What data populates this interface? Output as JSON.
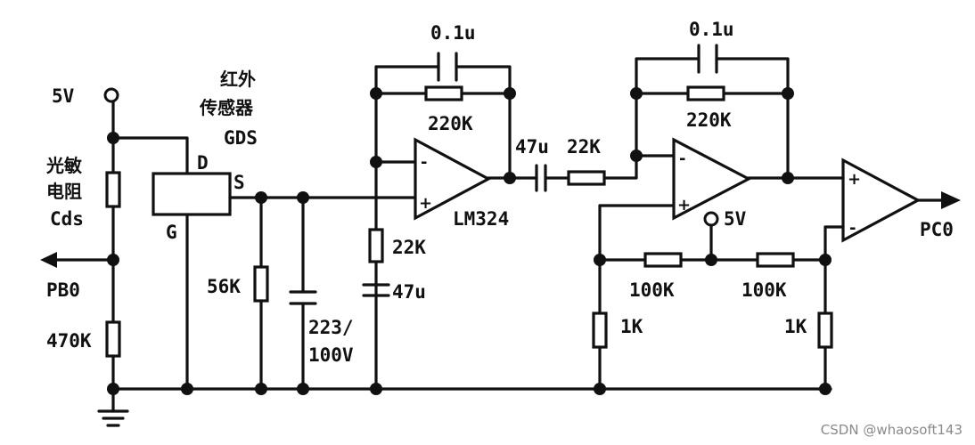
{
  "labels": {
    "supply_left": "5V",
    "sensor_title_line1": "红外",
    "sensor_title_line2": "传感器",
    "sensor_title_line3": "GDS",
    "photo_title_line1": "光敏",
    "photo_title_line2": "电阻",
    "photo_title_line3": "Cds",
    "pin_d": "D",
    "pin_s": "S",
    "pin_g": "G",
    "output_pb0": "PB0",
    "r_470k": "470K",
    "r_56k": "56K",
    "cap_223_line1": "223/",
    "cap_223_line2": "100V",
    "fb_cap_1": "0.1u",
    "fb_res_1": "220K",
    "opamp_name": "LM324",
    "r_22k_bottom": "22K",
    "cap_47u_bottom": "47u",
    "cap_47u_coupling": "47u",
    "r_22k_coupling": "22K",
    "fb_cap_2": "0.1u",
    "fb_res_2": "220K",
    "supply_right": "5V",
    "r_100k_left": "100K",
    "r_100k_right": "100K",
    "r_1k_left": "1K",
    "r_1k_right": "1K",
    "output_pc0": "PC0",
    "minus": "-",
    "plus": "+"
  },
  "watermark": "CSDN @whaosoft143"
}
